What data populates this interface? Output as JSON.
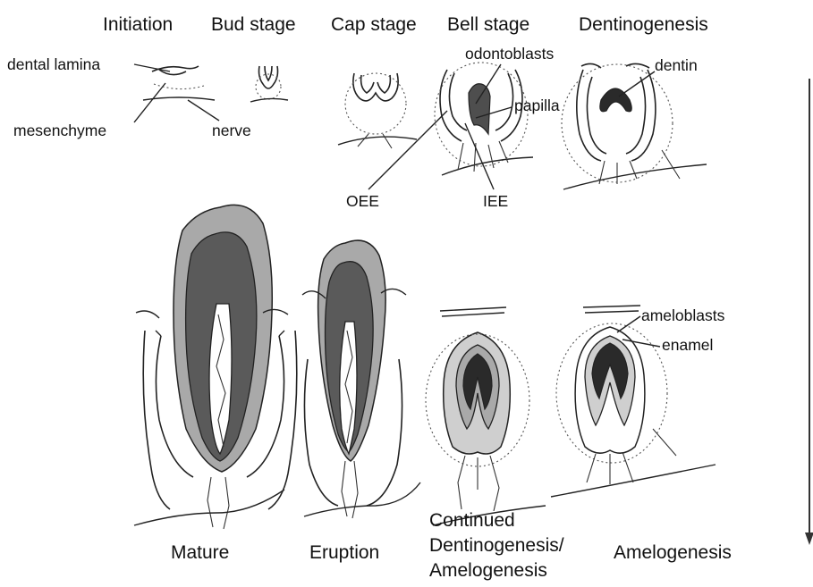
{
  "stages_top": {
    "initiation": "Initiation",
    "bud": "Bud stage",
    "cap": "Cap stage",
    "bell": "Bell stage",
    "dentinogenesis": "Dentinogenesis"
  },
  "stages_bottom": {
    "mature": "Mature",
    "eruption": "Eruption",
    "continued_line1": "Continued",
    "continued_line2": "Dentinogenesis/",
    "continued_line3": "Amelogenesis",
    "amelogenesis": "Amelogenesis"
  },
  "labels": {
    "dental_lamina": "dental lamina",
    "mesenchyme": "mesenchyme",
    "nerve": "nerve",
    "odontoblasts": "odontoblasts",
    "papilla": "papilla",
    "oee": "OEE",
    "iee": "IEE",
    "dentin": "dentin",
    "ameloblasts": "ameloblasts",
    "enamel": "enamel"
  },
  "colors": {
    "enamel_fill": "#a9a9a9",
    "dentin_fill": "#5a5a5a",
    "pulp_fill": "#ffffff",
    "outline": "#222222"
  }
}
